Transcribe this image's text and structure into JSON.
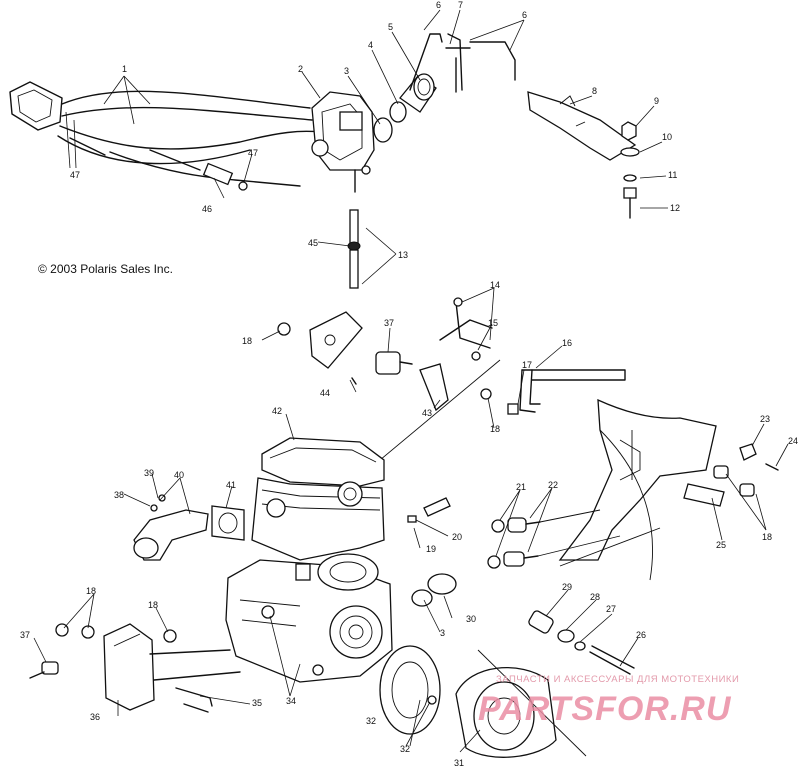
{
  "copyright": "© 2003 Polaris Sales Inc.",
  "watermark": {
    "caption": "ЗАПЧАСТИ И АКСЕССУАРЫ ДЛЯ МОТОТЕХНИКИ",
    "logo": "PARTSFOR.RU",
    "color": "#e88aa0"
  },
  "callouts": [
    {
      "id": "c1",
      "label": "1"
    },
    {
      "id": "c2",
      "label": "2"
    },
    {
      "id": "c3",
      "label": "3"
    },
    {
      "id": "c4",
      "label": "4"
    },
    {
      "id": "c5",
      "label": "5"
    },
    {
      "id": "c6a",
      "label": "6"
    },
    {
      "id": "c6b",
      "label": "6"
    },
    {
      "id": "c7",
      "label": "7"
    },
    {
      "id": "c8",
      "label": "8"
    },
    {
      "id": "c9",
      "label": "9"
    },
    {
      "id": "c10",
      "label": "10"
    },
    {
      "id": "c11",
      "label": "11"
    },
    {
      "id": "c12",
      "label": "12"
    },
    {
      "id": "c13",
      "label": "13"
    },
    {
      "id": "c14",
      "label": "14"
    },
    {
      "id": "c15",
      "label": "15"
    },
    {
      "id": "c16",
      "label": "16"
    },
    {
      "id": "c17",
      "label": "17"
    },
    {
      "id": "c18a",
      "label": "18"
    },
    {
      "id": "c18b",
      "label": "18"
    },
    {
      "id": "c18c",
      "label": "18"
    },
    {
      "id": "c18d",
      "label": "18"
    },
    {
      "id": "c18e",
      "label": "18"
    },
    {
      "id": "c19",
      "label": "19"
    },
    {
      "id": "c20",
      "label": "20"
    },
    {
      "id": "c21",
      "label": "21"
    },
    {
      "id": "c22",
      "label": "22"
    },
    {
      "id": "c23",
      "label": "23"
    },
    {
      "id": "c24",
      "label": "24"
    },
    {
      "id": "c25",
      "label": "25"
    },
    {
      "id": "c26",
      "label": "26"
    },
    {
      "id": "c27",
      "label": "27"
    },
    {
      "id": "c28",
      "label": "28"
    },
    {
      "id": "c29",
      "label": "29"
    },
    {
      "id": "c30",
      "label": "30"
    },
    {
      "id": "c31",
      "label": "31"
    },
    {
      "id": "c32a",
      "label": "32"
    },
    {
      "id": "c32b",
      "label": "32"
    },
    {
      "id": "c3b",
      "label": "3"
    },
    {
      "id": "c34",
      "label": "34"
    },
    {
      "id": "c35",
      "label": "35"
    },
    {
      "id": "c36",
      "label": "36"
    },
    {
      "id": "c37a",
      "label": "37"
    },
    {
      "id": "c37b",
      "label": "37"
    },
    {
      "id": "c38",
      "label": "38"
    },
    {
      "id": "c39",
      "label": "39"
    },
    {
      "id": "c40",
      "label": "40"
    },
    {
      "id": "c41",
      "label": "41"
    },
    {
      "id": "c42",
      "label": "42"
    },
    {
      "id": "c43",
      "label": "43"
    },
    {
      "id": "c44",
      "label": "44"
    },
    {
      "id": "c45",
      "label": "45"
    },
    {
      "id": "c46",
      "label": "46"
    },
    {
      "id": "c47a",
      "label": "47"
    },
    {
      "id": "c47b",
      "label": "47"
    }
  ]
}
